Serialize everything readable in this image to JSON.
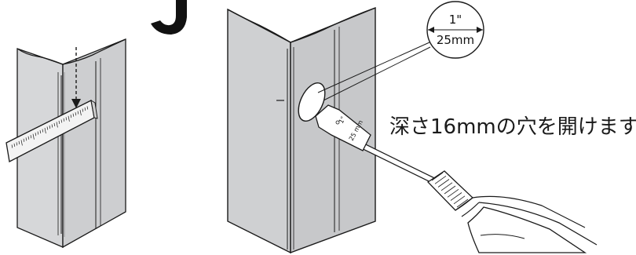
{
  "callout": {
    "inch_label": "1\"",
    "mm_label": "25mm"
  },
  "bit": {
    "inch_label": "1\"",
    "mm_label": "25 mm"
  },
  "instruction": {
    "text": "深さ16mmの穴を開けます"
  },
  "colors": {
    "panel_gray": "#cfd0d2",
    "panel_light": "#e4e5e6",
    "line": "#1a1a1a",
    "ruler": "#f3f3f3"
  },
  "icons": [
    "step-number-fragment",
    "arrow-down-icon",
    "ruler-icon",
    "drill-icon",
    "spade-bit-icon"
  ]
}
